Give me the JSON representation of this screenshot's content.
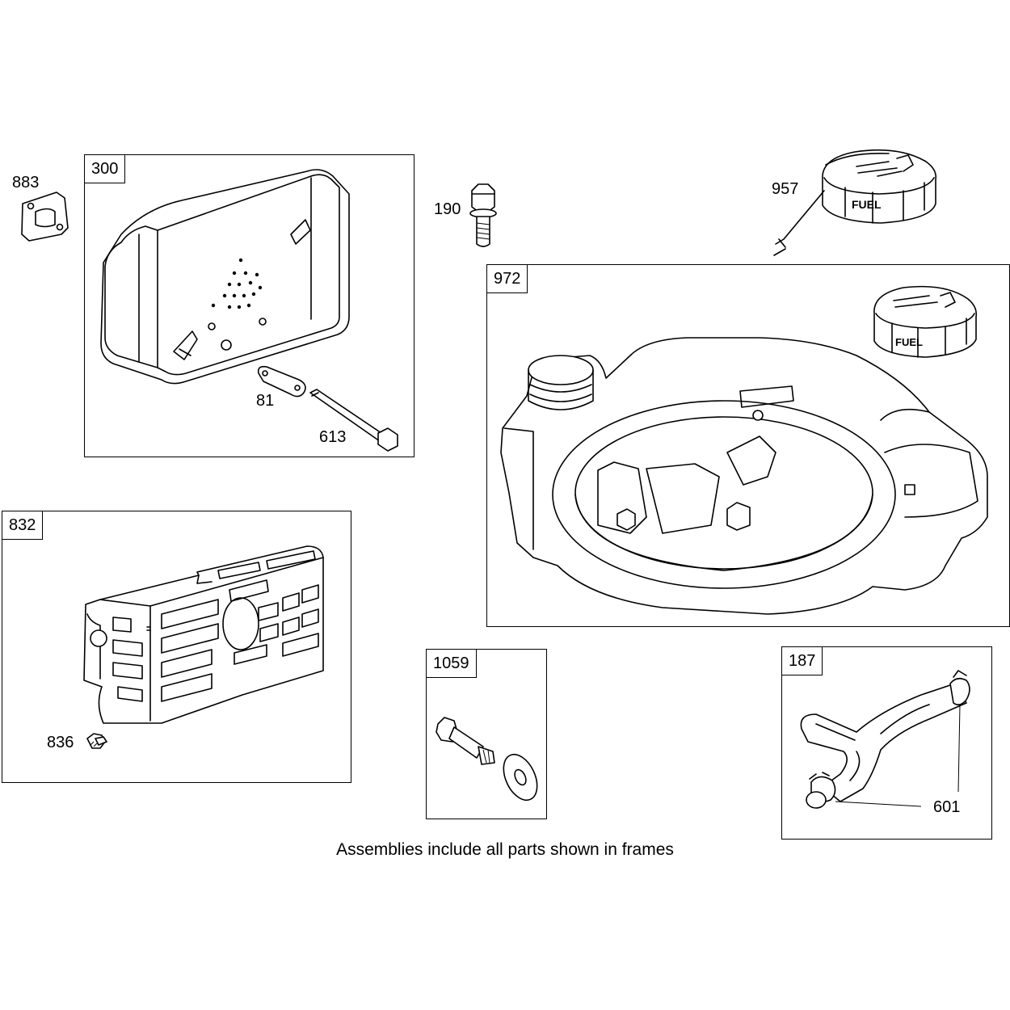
{
  "frames": {
    "f300": "300",
    "f972": "972",
    "f832": "832",
    "f1059": "1059",
    "f187": "187"
  },
  "callouts": {
    "c883": "883",
    "c190": "190",
    "c957": "957",
    "c81": "81",
    "c613": "613",
    "c836": "836",
    "c601": "601"
  },
  "caption": "Assemblies include all parts shown in frames",
  "icons": {
    "gasket": "gasket-icon",
    "muffler": "muffler-icon",
    "bolt": "bolt-icon",
    "fuel_cap": "fuel-cap-icon",
    "fuel_tank": "fuel-tank-icon",
    "heat_shield": "heat-shield-icon",
    "screw": "screw-icon",
    "shoulder_bolt": "shoulder-bolt-icon",
    "washer": "washer-icon",
    "fuel_line": "fuel-line-icon",
    "hose_clamp": "hose-clamp-icon"
  }
}
